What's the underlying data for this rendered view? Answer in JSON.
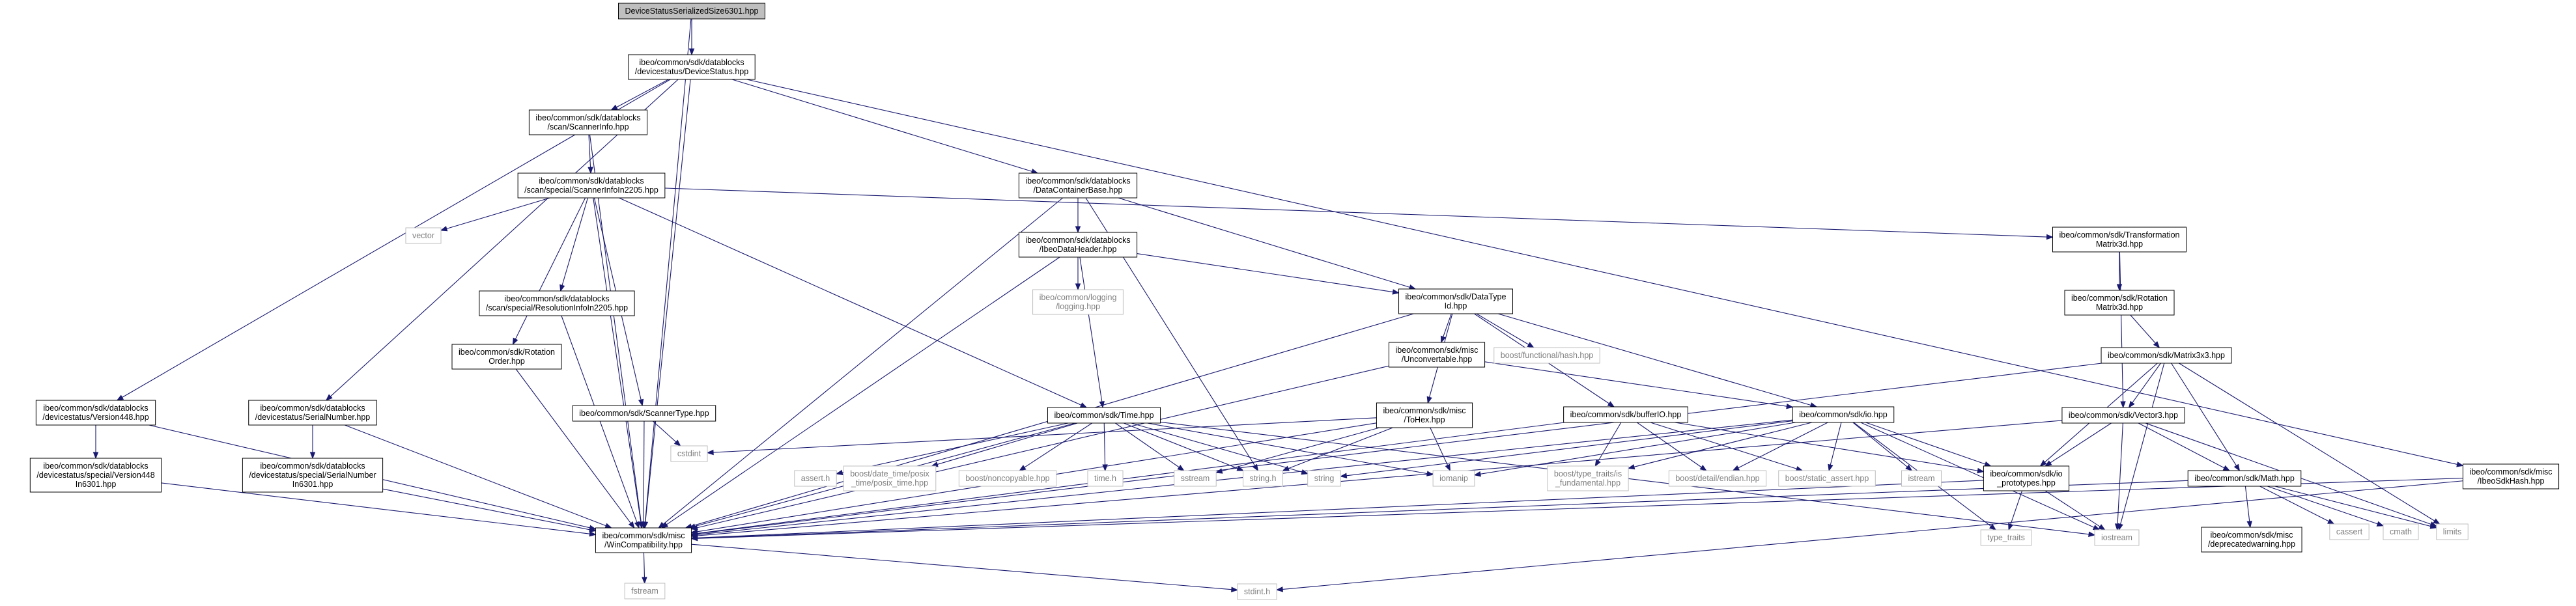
{
  "graph": {
    "nodes": [
      {
        "id": "root",
        "lines": [
          "DeviceStatusSerializedSize6301.hpp"
        ],
        "kind": "root"
      },
      {
        "id": "devicestatus",
        "lines": [
          "ibeo/common/sdk/datablocks",
          "/devicestatus/DeviceStatus.hpp"
        ],
        "kind": "file"
      },
      {
        "id": "scannerinfo",
        "lines": [
          "ibeo/common/sdk/datablocks",
          "/scan/ScannerInfo.hpp"
        ],
        "kind": "file"
      },
      {
        "id": "scannerinfoin2205",
        "lines": [
          "ibeo/common/sdk/datablocks",
          "/scan/special/ScannerInfoIn2205.hpp"
        ],
        "kind": "file"
      },
      {
        "id": "datacontainerbase",
        "lines": [
          "ibeo/common/sdk/datablocks",
          "/DataContainerBase.hpp"
        ],
        "kind": "file"
      },
      {
        "id": "ibeodataheader",
        "lines": [
          "ibeo/common/sdk/datablocks",
          "/IbeoDataHeader.hpp"
        ],
        "kind": "file"
      },
      {
        "id": "logging",
        "lines": [
          "ibeo/common/logging",
          "/logging.hpp"
        ],
        "kind": "sys"
      },
      {
        "id": "vector",
        "lines": [
          "vector"
        ],
        "kind": "sys"
      },
      {
        "id": "resolutioninfo",
        "lines": [
          "ibeo/common/sdk/datablocks",
          "/scan/special/ResolutionInfoIn2205.hpp"
        ],
        "kind": "file"
      },
      {
        "id": "rotationorder",
        "lines": [
          "ibeo/common/sdk/Rotation",
          "Order.hpp"
        ],
        "kind": "file"
      },
      {
        "id": "transformation",
        "lines": [
          "ibeo/common/sdk/Transformation",
          "Matrix3d.hpp"
        ],
        "kind": "file"
      },
      {
        "id": "rotationmatrix",
        "lines": [
          "ibeo/common/sdk/Rotation",
          "Matrix3d.hpp"
        ],
        "kind": "file"
      },
      {
        "id": "matrix3x3",
        "lines": [
          "ibeo/common/sdk/Matrix3x3.hpp"
        ],
        "kind": "file"
      },
      {
        "id": "datatypeid",
        "lines": [
          "ibeo/common/sdk/DataType",
          "Id.hpp"
        ],
        "kind": "file"
      },
      {
        "id": "unconvertable",
        "lines": [
          "ibeo/common/sdk/misc",
          "/Unconvertable.hpp"
        ],
        "kind": "file"
      },
      {
        "id": "functionalhash",
        "lines": [
          "boost/functional/hash.hpp"
        ],
        "kind": "sys"
      },
      {
        "id": "version448",
        "lines": [
          "ibeo/common/sdk/datablocks",
          "/devicestatus/Version448.hpp"
        ],
        "kind": "file"
      },
      {
        "id": "version448in6301",
        "lines": [
          "ibeo/common/sdk/datablocks",
          "/devicestatus/special/Version448",
          "In6301.hpp"
        ],
        "kind": "file"
      },
      {
        "id": "serialnumber",
        "lines": [
          "ibeo/common/sdk/datablocks",
          "/devicestatus/SerialNumber.hpp"
        ],
        "kind": "file"
      },
      {
        "id": "serialnumberin6301",
        "lines": [
          "ibeo/common/sdk/datablocks",
          "/devicestatus/special/SerialNumber",
          "In6301.hpp"
        ],
        "kind": "file"
      },
      {
        "id": "scannertype",
        "lines": [
          "ibeo/common/sdk/ScannerType.hpp"
        ],
        "kind": "file"
      },
      {
        "id": "time",
        "lines": [
          "ibeo/common/sdk/Time.hpp"
        ],
        "kind": "file"
      },
      {
        "id": "tohex",
        "lines": [
          "ibeo/common/sdk/misc",
          "/ToHex.hpp"
        ],
        "kind": "file"
      },
      {
        "id": "bufferio",
        "lines": [
          "ibeo/common/sdk/bufferIO.hpp"
        ],
        "kind": "file"
      },
      {
        "id": "io",
        "lines": [
          "ibeo/common/sdk/io.hpp"
        ],
        "kind": "file"
      },
      {
        "id": "vector3",
        "lines": [
          "ibeo/common/sdk/Vector3.hpp"
        ],
        "kind": "file"
      },
      {
        "id": "ibeosdkhash",
        "lines": [
          "ibeo/common/sdk/misc",
          "/IbeoSdkHash.hpp"
        ],
        "kind": "file"
      },
      {
        "id": "cstdint",
        "lines": [
          "cstdint"
        ],
        "kind": "sys"
      },
      {
        "id": "asserth",
        "lines": [
          "assert.h"
        ],
        "kind": "sys"
      },
      {
        "id": "posixtime",
        "lines": [
          "boost/date_time/posix",
          "_time/posix_time.hpp"
        ],
        "kind": "sys"
      },
      {
        "id": "noncopyable",
        "lines": [
          "boost/noncopyable.hpp"
        ],
        "kind": "sys"
      },
      {
        "id": "timeh",
        "lines": [
          "time.h"
        ],
        "kind": "sys"
      },
      {
        "id": "sstream",
        "lines": [
          "sstream"
        ],
        "kind": "sys"
      },
      {
        "id": "stringh",
        "lines": [
          "string.h"
        ],
        "kind": "sys"
      },
      {
        "id": "string",
        "lines": [
          "string"
        ],
        "kind": "sys"
      },
      {
        "id": "iomanip",
        "lines": [
          "iomanip"
        ],
        "kind": "sys"
      },
      {
        "id": "typetraitsfund",
        "lines": [
          "boost/type_traits/is",
          "_fundamental.hpp"
        ],
        "kind": "sys"
      },
      {
        "id": "endian",
        "lines": [
          "boost/detail/endian.hpp"
        ],
        "kind": "sys"
      },
      {
        "id": "staticassert",
        "lines": [
          "boost/static_assert.hpp"
        ],
        "kind": "sys"
      },
      {
        "id": "istream",
        "lines": [
          "istream"
        ],
        "kind": "sys"
      },
      {
        "id": "ioprototypes",
        "lines": [
          "ibeo/common/sdk/io",
          "_prototypes.hpp"
        ],
        "kind": "file"
      },
      {
        "id": "math",
        "lines": [
          "ibeo/common/sdk/Math.hpp"
        ],
        "kind": "file"
      },
      {
        "id": "cassert",
        "lines": [
          "cassert"
        ],
        "kind": "sys"
      },
      {
        "id": "cmath",
        "lines": [
          "cmath"
        ],
        "kind": "sys"
      },
      {
        "id": "limits",
        "lines": [
          "limits"
        ],
        "kind": "sys"
      },
      {
        "id": "deprecated",
        "lines": [
          "ibeo/common/sdk/misc",
          "/deprecatedwarning.hpp"
        ],
        "kind": "file"
      },
      {
        "id": "typetraits",
        "lines": [
          "type_traits"
        ],
        "kind": "sys"
      },
      {
        "id": "iostream",
        "lines": [
          "iostream"
        ],
        "kind": "sys"
      },
      {
        "id": "wincompat",
        "lines": [
          "ibeo/common/sdk/misc",
          "/WinCompatibility.hpp"
        ],
        "kind": "file"
      },
      {
        "id": "fstream",
        "lines": [
          "fstream"
        ],
        "kind": "sys"
      },
      {
        "id": "stdinth",
        "lines": [
          "stdint.h"
        ],
        "kind": "sys"
      }
    ],
    "edges": [
      [
        "root",
        "devicestatus"
      ],
      [
        "root",
        "wincompat"
      ],
      [
        "devicestatus",
        "scannerinfo"
      ],
      [
        "devicestatus",
        "datacontainerbase"
      ],
      [
        "devicestatus",
        "version448"
      ],
      [
        "devicestatus",
        "serialnumber"
      ],
      [
        "devicestatus",
        "ibeosdkhash"
      ],
      [
        "devicestatus",
        "wincompat"
      ],
      [
        "scannerinfo",
        "scannerinfoin2205"
      ],
      [
        "scannerinfo",
        "wincompat"
      ],
      [
        "scannerinfoin2205",
        "vector"
      ],
      [
        "scannerinfoin2205",
        "resolutioninfo"
      ],
      [
        "scannerinfoin2205",
        "rotationorder"
      ],
      [
        "scannerinfoin2205",
        "scannertype"
      ],
      [
        "scannerinfoin2205",
        "time"
      ],
      [
        "scannerinfoin2205",
        "transformation"
      ],
      [
        "scannerinfoin2205",
        "wincompat"
      ],
      [
        "datacontainerbase",
        "ibeodataheader"
      ],
      [
        "datacontainerbase",
        "datatypeid"
      ],
      [
        "datacontainerbase",
        "stringh"
      ],
      [
        "datacontainerbase",
        "wincompat"
      ],
      [
        "ibeodataheader",
        "logging"
      ],
      [
        "ibeodataheader",
        "datatypeid"
      ],
      [
        "ibeodataheader",
        "time"
      ],
      [
        "ibeodataheader",
        "wincompat"
      ],
      [
        "datatypeid",
        "unconvertable"
      ],
      [
        "datatypeid",
        "functionalhash"
      ],
      [
        "datatypeid",
        "tohex"
      ],
      [
        "datatypeid",
        "bufferio"
      ],
      [
        "datatypeid",
        "io"
      ],
      [
        "datatypeid",
        "wincompat"
      ],
      [
        "unconvertable",
        "io"
      ],
      [
        "unconvertable",
        "wincompat"
      ],
      [
        "transformation",
        "rotationmatrix"
      ],
      [
        "transformation",
        "vector3"
      ],
      [
        "rotationmatrix",
        "matrix3x3"
      ],
      [
        "matrix3x3",
        "vector3"
      ],
      [
        "matrix3x3",
        "math"
      ],
      [
        "matrix3x3",
        "ioprototypes"
      ],
      [
        "matrix3x3",
        "limits"
      ],
      [
        "matrix3x3",
        "iostream"
      ],
      [
        "matrix3x3",
        "wincompat"
      ],
      [
        "resolutioninfo",
        "wincompat"
      ],
      [
        "rotationorder",
        "wincompat"
      ],
      [
        "version448",
        "version448in6301"
      ],
      [
        "version448",
        "wincompat"
      ],
      [
        "version448in6301",
        "wincompat"
      ],
      [
        "serialnumber",
        "serialnumberin6301"
      ],
      [
        "serialnumber",
        "wincompat"
      ],
      [
        "serialnumberin6301",
        "wincompat"
      ],
      [
        "scannertype",
        "cstdint"
      ],
      [
        "scannertype",
        "wincompat"
      ],
      [
        "time",
        "asserth"
      ],
      [
        "time",
        "posixtime"
      ],
      [
        "time",
        "noncopyable"
      ],
      [
        "time",
        "timeh"
      ],
      [
        "time",
        "sstream"
      ],
      [
        "time",
        "stringh"
      ],
      [
        "time",
        "string"
      ],
      [
        "time",
        "iomanip"
      ],
      [
        "time",
        "wincompat"
      ],
      [
        "time",
        "iostream"
      ],
      [
        "tohex",
        "sstream"
      ],
      [
        "tohex",
        "iomanip"
      ],
      [
        "tohex",
        "stringh"
      ],
      [
        "tohex",
        "wincompat"
      ],
      [
        "bufferio",
        "typetraitsfund"
      ],
      [
        "bufferio",
        "endian"
      ],
      [
        "bufferio",
        "staticassert"
      ],
      [
        "bufferio",
        "ioprototypes"
      ],
      [
        "bufferio",
        "wincompat"
      ],
      [
        "io",
        "string"
      ],
      [
        "io",
        "iomanip"
      ],
      [
        "io",
        "typetraitsfund"
      ],
      [
        "io",
        "endian"
      ],
      [
        "io",
        "staticassert"
      ],
      [
        "io",
        "istream"
      ],
      [
        "io",
        "ioprototypes"
      ],
      [
        "io",
        "typetraits"
      ],
      [
        "io",
        "iostream"
      ],
      [
        "io",
        "wincompat"
      ],
      [
        "vector3",
        "math"
      ],
      [
        "vector3",
        "ioprototypes"
      ],
      [
        "vector3",
        "limits"
      ],
      [
        "vector3",
        "iostream"
      ],
      [
        "vector3",
        "wincompat"
      ],
      [
        "ioprototypes",
        "typetraits"
      ],
      [
        "ioprototypes",
        "iostream"
      ],
      [
        "ioprototypes",
        "wincompat"
      ],
      [
        "math",
        "cassert"
      ],
      [
        "math",
        "cmath"
      ],
      [
        "math",
        "limits"
      ],
      [
        "math",
        "deprecated"
      ],
      [
        "math",
        "wincompat"
      ],
      [
        "ibeosdkhash",
        "stdinth"
      ],
      [
        "ibeosdkhash",
        "wincompat"
      ],
      [
        "wincompat",
        "fstream"
      ],
      [
        "wincompat",
        "stdinth"
      ],
      [
        "tohex",
        "cstdint"
      ]
    ]
  }
}
